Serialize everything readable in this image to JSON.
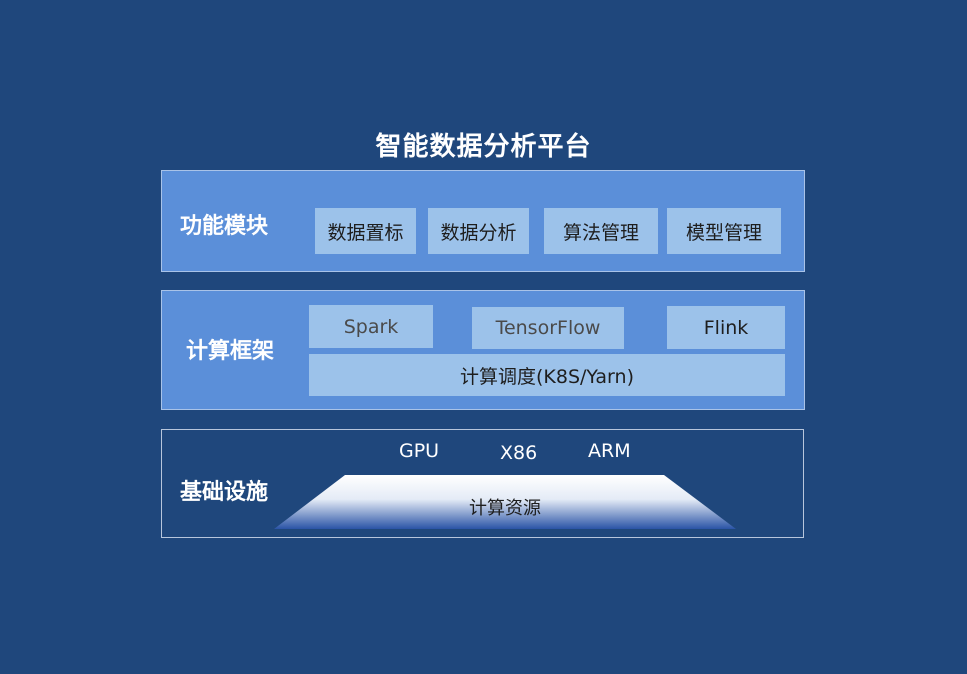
{
  "title": "智能数据分析平台",
  "layers": {
    "functional": {
      "label": "功能模块",
      "modules": [
        "数据置标",
        "数据分析",
        "算法管理",
        "模型管理"
      ]
    },
    "compute_framework": {
      "label": "计算框架",
      "frameworks": [
        "Spark",
        "TensorFlow",
        "Flink"
      ],
      "scheduler": "计算调度(K8S/Yarn)"
    },
    "infrastructure": {
      "label": "基础设施",
      "hardware": [
        "GPU",
        "X86",
        "ARM"
      ],
      "resource_label": "计算资源"
    }
  },
  "colors": {
    "background": "#1f477c",
    "layer_fill": "#5b8fd9",
    "box_fill": "#9cc2ea"
  }
}
